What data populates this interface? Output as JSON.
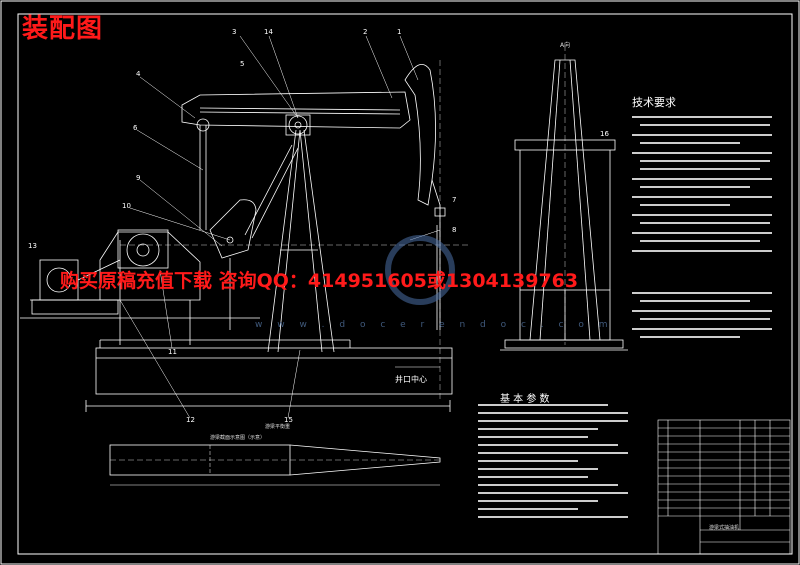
{
  "title": "装配图",
  "banner": "购买原稿充值下载 咨询QQ：414951605或1304139763",
  "tech_req_title": "技术要求",
  "params_title": "基 本 参 数",
  "well_label": "井口中心",
  "view_label": "A向",
  "section_label": "游梁截面示意图（示意）",
  "balance_label": "游梁平衡重",
  "drawing_name": "游梁式抽油机",
  "watermark": "w w w . d o c e r e n d o c . c o m",
  "callouts": [
    "3",
    "14",
    "2",
    "1",
    "4",
    "6",
    "9",
    "10",
    "13",
    "11",
    "12",
    "15",
    "7",
    "8",
    "5",
    "16"
  ]
}
